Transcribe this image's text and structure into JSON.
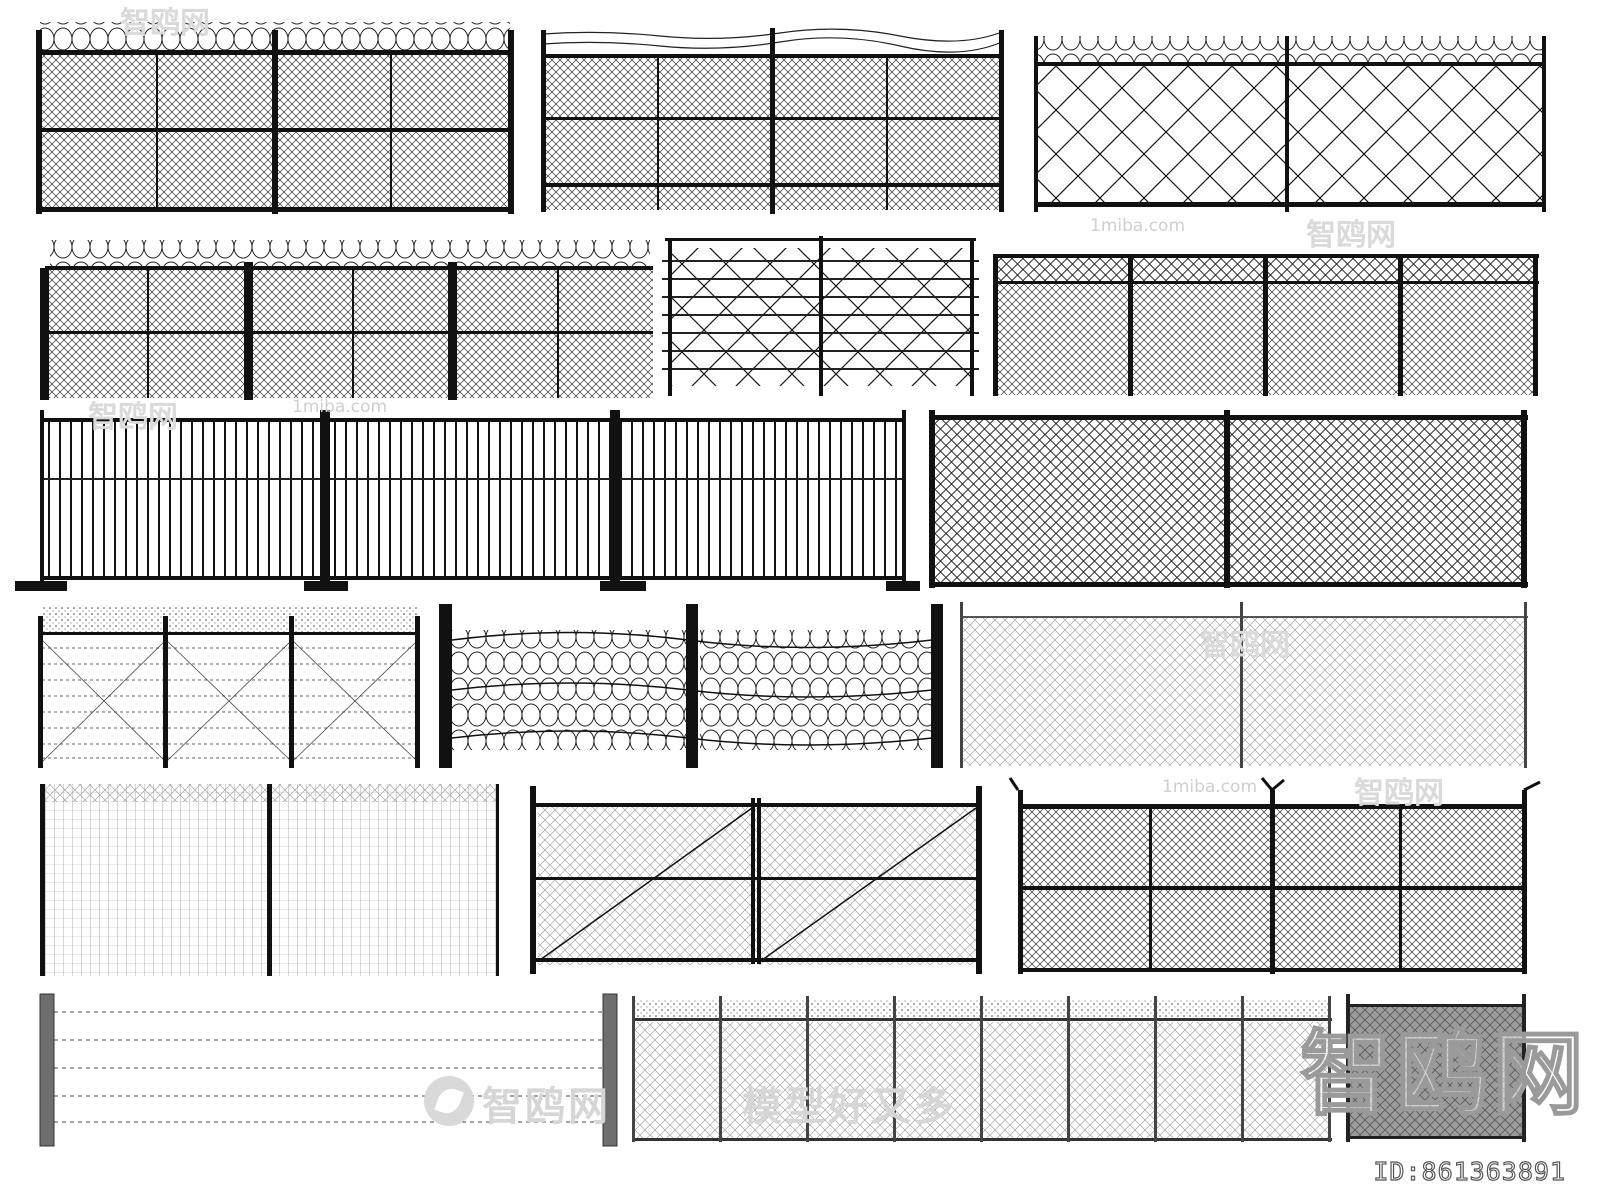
{
  "colors": {
    "background": "#ffffff",
    "fence": "#111111",
    "watermark": "#d0d0d0"
  },
  "watermarks": {
    "site": "1miba.com",
    "brand_cn": "智鸥网",
    "slogan_cn": "模型好又多",
    "asset_id": "ID:861363891"
  },
  "fences": [
    {
      "id": "f1",
      "style": "chainlink-razor"
    },
    {
      "id": "f2",
      "style": "chainlink-barbed"
    },
    {
      "id": "f3",
      "style": "diamond-razor"
    },
    {
      "id": "f4",
      "style": "chainlink-razor-posts"
    },
    {
      "id": "f5",
      "style": "razor-wire-rails"
    },
    {
      "id": "f6",
      "style": "chainlink-top-rail"
    },
    {
      "id": "f7",
      "style": "welded-temporary"
    },
    {
      "id": "f8",
      "style": "chainlink-plain"
    },
    {
      "id": "f9",
      "style": "barbed-strand"
    },
    {
      "id": "f10",
      "style": "concertina"
    },
    {
      "id": "f11",
      "style": "chainlink-light"
    },
    {
      "id": "f12",
      "style": "welded-mesh"
    },
    {
      "id": "f13",
      "style": "gate-double"
    },
    {
      "id": "f14",
      "style": "chainlink-ypost"
    },
    {
      "id": "f15",
      "style": "barbed-wood-posts"
    },
    {
      "id": "f16",
      "style": "chainlink-barbed-long"
    },
    {
      "id": "f17",
      "style": "mesh-panel-grey"
    }
  ]
}
